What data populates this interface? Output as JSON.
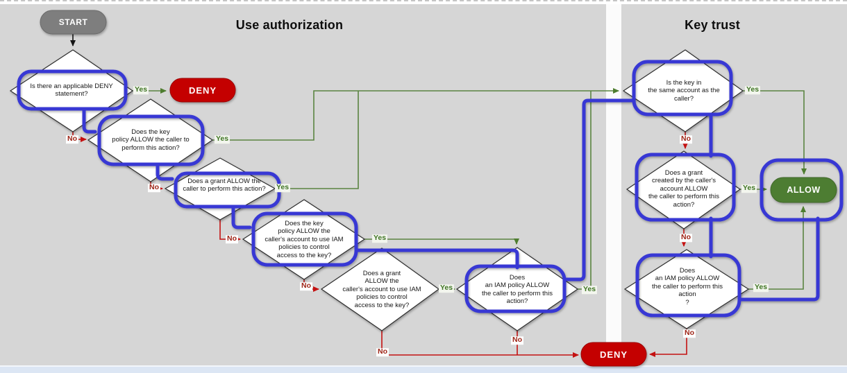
{
  "titles": {
    "use_authorization": "Use authorization",
    "key_trust": "Key trust"
  },
  "terminals": {
    "start": "START",
    "deny_top": "DENY",
    "deny_bottom": "DENY",
    "allow": "ALLOW"
  },
  "labels": {
    "yes": "Yes",
    "no": "No"
  },
  "decisions": {
    "deny_statement": "Is there an applicable DENY\nstatement?",
    "key_policy_allow_caller": "Does the key\npolicy ALLOW the caller to\nperform this action?",
    "grant_allow_caller": "Does a grant ALLOW the\ncaller to perform this action?",
    "key_policy_allow_account_iam": "Does the key\npolicy ALLOW the\ncaller's account to use IAM\npolicies to control\naccess to the key?",
    "grant_allow_account_iam": "Does a grant\nALLOW the\ncaller's account to use IAM\npolicies to control\naccess to the key?",
    "iam_policy_allow_caller": "Does\nan IAM policy ALLOW\nthe caller to perform this\naction?",
    "key_same_account": "Is the key in\nthe same account as the\ncaller?",
    "grant_callers_account_allow": "Does a grant\ncreated by the caller's\naccount ALLOW\nthe caller to perform this\naction?",
    "iam_policy_allow_caller_trust": "Does\nan IAM policy ALLOW\nthe caller to perform this\naction\n?"
  },
  "colors": {
    "background": "#d6d6d6",
    "deny_red": "#c40606",
    "allow_green": "#4e7d33",
    "start_gray": "#7e7e7e",
    "yes_edge": "#5a8440",
    "no_edge": "#c41111",
    "highlight_blue": "#3838d4"
  }
}
